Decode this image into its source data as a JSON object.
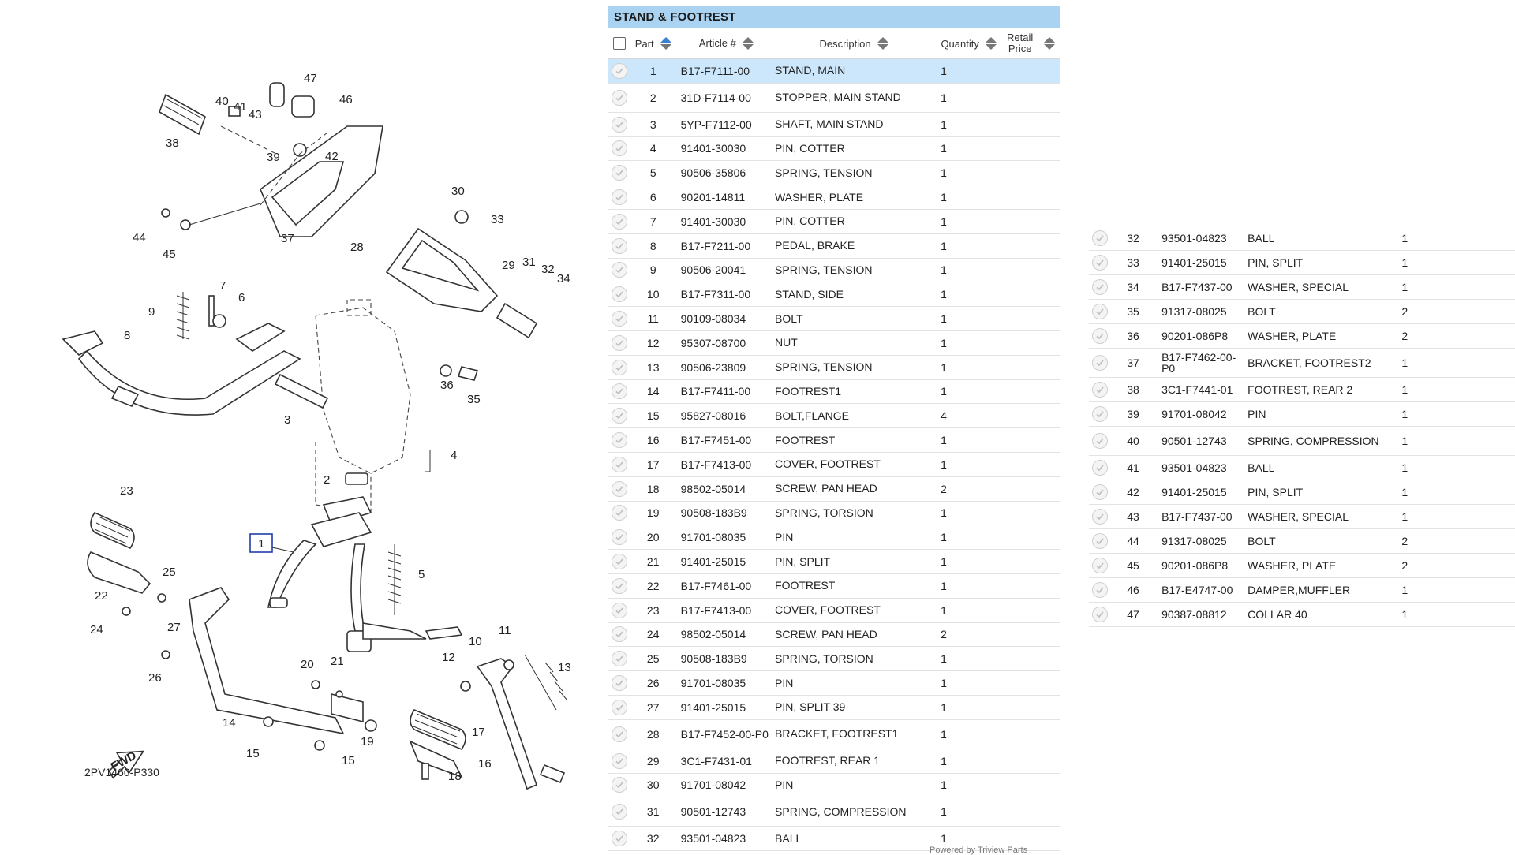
{
  "diagram": {
    "code": "2PV1460-P330",
    "fwd_label": "FWD",
    "selected_callout": "1"
  },
  "table": {
    "title": "STAND & FOOTREST",
    "headers": {
      "part": "Part",
      "article": "Article #",
      "description": "Description",
      "quantity": "Quantity",
      "retail_price": "Retail Price"
    },
    "rows": [
      {
        "part": "1",
        "article": "B17-F7111-00",
        "description": "STAND, MAIN",
        "quantity": "1"
      },
      {
        "part": "2",
        "article": "31D-F7114-00",
        "description": "STOPPER, MAIN STAND",
        "quantity": "1"
      },
      {
        "part": "3",
        "article": "5YP-F7112-00",
        "description": "SHAFT, MAIN STAND",
        "quantity": "1"
      },
      {
        "part": "4",
        "article": "91401-30030",
        "description": "PIN, COTTER",
        "quantity": "1"
      },
      {
        "part": "5",
        "article": "90506-35806",
        "description": "SPRING, TENSION",
        "quantity": "1"
      },
      {
        "part": "6",
        "article": "90201-14811",
        "description": "WASHER, PLATE",
        "quantity": "1"
      },
      {
        "part": "7",
        "article": "91401-30030",
        "description": "PIN, COTTER",
        "quantity": "1"
      },
      {
        "part": "8",
        "article": "B17-F7211-00",
        "description": "PEDAL, BRAKE",
        "quantity": "1"
      },
      {
        "part": "9",
        "article": "90506-20041",
        "description": "SPRING, TENSION",
        "quantity": "1"
      },
      {
        "part": "10",
        "article": "B17-F7311-00",
        "description": "STAND, SIDE",
        "quantity": "1"
      },
      {
        "part": "11",
        "article": "90109-08034",
        "description": "BOLT",
        "quantity": "1"
      },
      {
        "part": "12",
        "article": "95307-08700",
        "description": "NUT",
        "quantity": "1"
      },
      {
        "part": "13",
        "article": "90506-23809",
        "description": "SPRING, TENSION",
        "quantity": "1"
      },
      {
        "part": "14",
        "article": "B17-F7411-00",
        "description": "FOOTREST1",
        "quantity": "1"
      },
      {
        "part": "15",
        "article": "95827-08016",
        "description": "BOLT,FLANGE",
        "quantity": "4"
      },
      {
        "part": "16",
        "article": "B17-F7451-00",
        "description": "FOOTREST",
        "quantity": "1"
      },
      {
        "part": "17",
        "article": "B17-F7413-00",
        "description": "COVER, FOOTREST",
        "quantity": "1"
      },
      {
        "part": "18",
        "article": "98502-05014",
        "description": "SCREW, PAN HEAD",
        "quantity": "2"
      },
      {
        "part": "19",
        "article": "90508-183B9",
        "description": "SPRING, TORSION",
        "quantity": "1"
      },
      {
        "part": "20",
        "article": "91701-08035",
        "description": "PIN",
        "quantity": "1"
      },
      {
        "part": "21",
        "article": "91401-25015",
        "description": "PIN, SPLIT",
        "quantity": "1"
      },
      {
        "part": "22",
        "article": "B17-F7461-00",
        "description": "FOOTREST",
        "quantity": "1"
      },
      {
        "part": "23",
        "article": "B17-F7413-00",
        "description": "COVER, FOOTREST",
        "quantity": "1"
      },
      {
        "part": "24",
        "article": "98502-05014",
        "description": "SCREW, PAN HEAD",
        "quantity": "2"
      },
      {
        "part": "25",
        "article": "90508-183B9",
        "description": "SPRING, TORSION",
        "quantity": "1"
      },
      {
        "part": "26",
        "article": "91701-08035",
        "description": "PIN",
        "quantity": "1"
      },
      {
        "part": "27",
        "article": "91401-25015",
        "description": "PIN, SPLIT 39",
        "quantity": "1"
      },
      {
        "part": "28",
        "article": "B17-F7452-00-P0",
        "description": "BRACKET, FOOTREST1",
        "quantity": "1"
      },
      {
        "part": "29",
        "article": "3C1-F7431-01",
        "description": "FOOTREST, REAR 1",
        "quantity": "1"
      },
      {
        "part": "30",
        "article": "91701-08042",
        "description": "PIN",
        "quantity": "1"
      },
      {
        "part": "31",
        "article": "90501-12743",
        "description": "SPRING, COMPRESSION",
        "quantity": "1"
      },
      {
        "part": "32",
        "article": "93501-04823",
        "description": "BALL",
        "quantity": "1"
      }
    ],
    "powered_by": "Powered by Triview Parts"
  },
  "table2": {
    "rows": [
      {
        "part": "32",
        "article": "93501-04823",
        "description": "BALL",
        "quantity": "1"
      },
      {
        "part": "33",
        "article": "91401-25015",
        "description": "PIN, SPLIT",
        "quantity": "1"
      },
      {
        "part": "34",
        "article": "B17-F7437-00",
        "description": "WASHER, SPECIAL",
        "quantity": "1"
      },
      {
        "part": "35",
        "article": "91317-08025",
        "description": "BOLT",
        "quantity": "2"
      },
      {
        "part": "36",
        "article": "90201-086P8",
        "description": "WASHER, PLATE",
        "quantity": "2"
      },
      {
        "part": "37",
        "article": "B17-F7462-00-P0",
        "description": "BRACKET, FOOTREST2",
        "quantity": "1"
      },
      {
        "part": "38",
        "article": "3C1-F7441-01",
        "description": "FOOTREST, REAR 2",
        "quantity": "1"
      },
      {
        "part": "39",
        "article": "91701-08042",
        "description": "PIN",
        "quantity": "1"
      },
      {
        "part": "40",
        "article": "90501-12743",
        "description": "SPRING, COMPRESSION",
        "quantity": "1"
      },
      {
        "part": "41",
        "article": "93501-04823",
        "description": "BALL",
        "quantity": "1"
      },
      {
        "part": "42",
        "article": "91401-25015",
        "description": "PIN, SPLIT",
        "quantity": "1"
      },
      {
        "part": "43",
        "article": "B17-F7437-00",
        "description": "WASHER, SPECIAL",
        "quantity": "1"
      },
      {
        "part": "44",
        "article": "91317-08025",
        "description": "BOLT",
        "quantity": "2"
      },
      {
        "part": "45",
        "article": "90201-086P8",
        "description": "WASHER, PLATE",
        "quantity": "2"
      },
      {
        "part": "46",
        "article": "B17-E4747-00",
        "description": "DAMPER,MUFFLER",
        "quantity": "1"
      },
      {
        "part": "47",
        "article": "90387-08812",
        "description": "COLLAR 40",
        "quantity": "1"
      }
    ]
  },
  "colors": {
    "title_bar": "#a9d3f1",
    "selected_row": "#cce7fb",
    "sort_active": "#3b7fd1"
  }
}
